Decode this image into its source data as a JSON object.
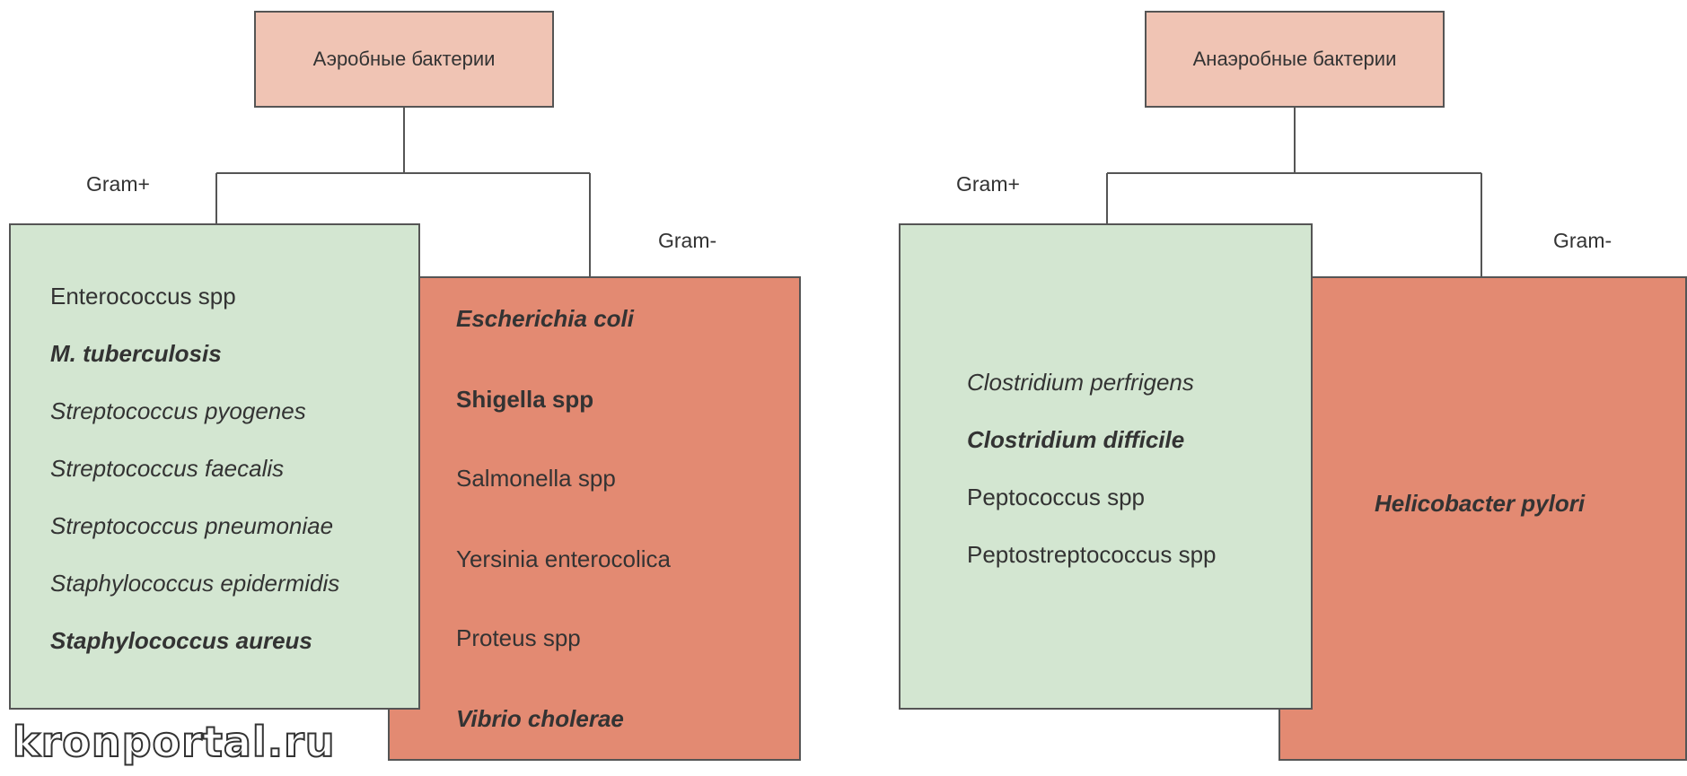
{
  "aerobic": {
    "title": "Аэробные бактерии",
    "gram_pos_label": "Gram+",
    "gram_neg_label": "Gram-",
    "gram_pos_items": [
      {
        "text": "Enterococcus spp",
        "bold": false,
        "italic": false
      },
      {
        "text": "M. tuberculosis",
        "bold": true,
        "italic": true
      },
      {
        "text": "Streptococcus pyogenes",
        "bold": false,
        "italic": true
      },
      {
        "text": "Streptococcus faecalis",
        "bold": false,
        "italic": true
      },
      {
        "text": "Streptococcus pneumoniae",
        "bold": false,
        "italic": true
      },
      {
        "text": "Staphylococcus epidermidis",
        "bold": false,
        "italic": true
      },
      {
        "text": "Staphylococcus aureus",
        "bold": true,
        "italic": true
      }
    ],
    "gram_neg_items": [
      {
        "text": "Escherichia coli",
        "bold": true,
        "italic": true
      },
      {
        "text": "Shigella spp",
        "bold": true,
        "italic": false
      },
      {
        "text": "Salmonella spp",
        "bold": false,
        "italic": false
      },
      {
        "text": "Yersinia enterocolica",
        "bold": false,
        "italic": false
      },
      {
        "text": "Proteus spp",
        "bold": false,
        "italic": false
      },
      {
        "text": "Vibrio cholerae",
        "bold": true,
        "italic": true
      }
    ]
  },
  "anaerobic": {
    "title": "Анаэробные бактерии",
    "gram_pos_label": "Gram+",
    "gram_neg_label": "Gram-",
    "gram_pos_items": [
      {
        "text": "Clostridium perfrigens",
        "bold": false,
        "italic": true
      },
      {
        "text": "Clostridium difficile",
        "bold": true,
        "italic": true
      },
      {
        "text": "Peptococcus spp",
        "bold": false,
        "italic": false
      },
      {
        "text": "Peptostreptococcus spp",
        "bold": false,
        "italic": false
      }
    ],
    "gram_neg_items": [
      {
        "text": "Helicobacter pylori",
        "bold": true,
        "italic": true
      }
    ]
  },
  "watermark": "kronportal.ru",
  "colors": {
    "root_fill": "#f0c4b4",
    "gram_pos_fill": "#d3e6d1",
    "gram_neg_fill": "#e38a72",
    "border": "#555555"
  }
}
